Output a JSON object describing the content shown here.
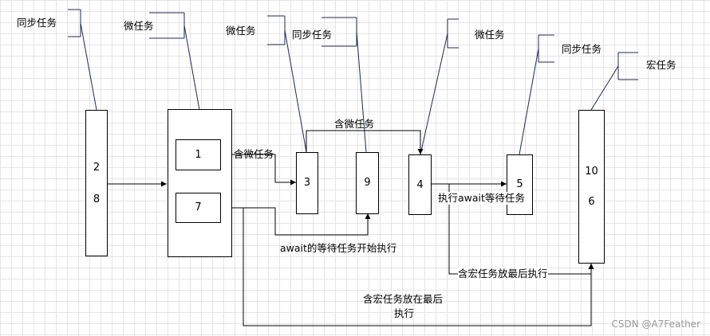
{
  "callouts": {
    "sync1": "同步任务",
    "micro1": "微任务",
    "micro2": "微任务",
    "sync2": "同步任务",
    "micro3": "微任务",
    "sync3": "同步任务",
    "macro1": "宏任务"
  },
  "boxes": {
    "b28_top": "2",
    "b28_bottom": "8",
    "b1": "1",
    "b7": "7",
    "b3": "3",
    "b9": "9",
    "b4": "4",
    "b5": "5",
    "b106_top": "10",
    "b106_bottom": "6"
  },
  "edge_labels": {
    "contains_micro_1": "含微任务",
    "contains_micro_2": "含微任务",
    "await_start": "await的等待任务开始执行",
    "exec_await": "执行await等待任务",
    "macro_last_1": "含宏任务放最后执行",
    "macro_last_2a": "含宏任务放在最后",
    "macro_last_2b": "执行"
  },
  "watermark": "CSDN @A7Feather"
}
